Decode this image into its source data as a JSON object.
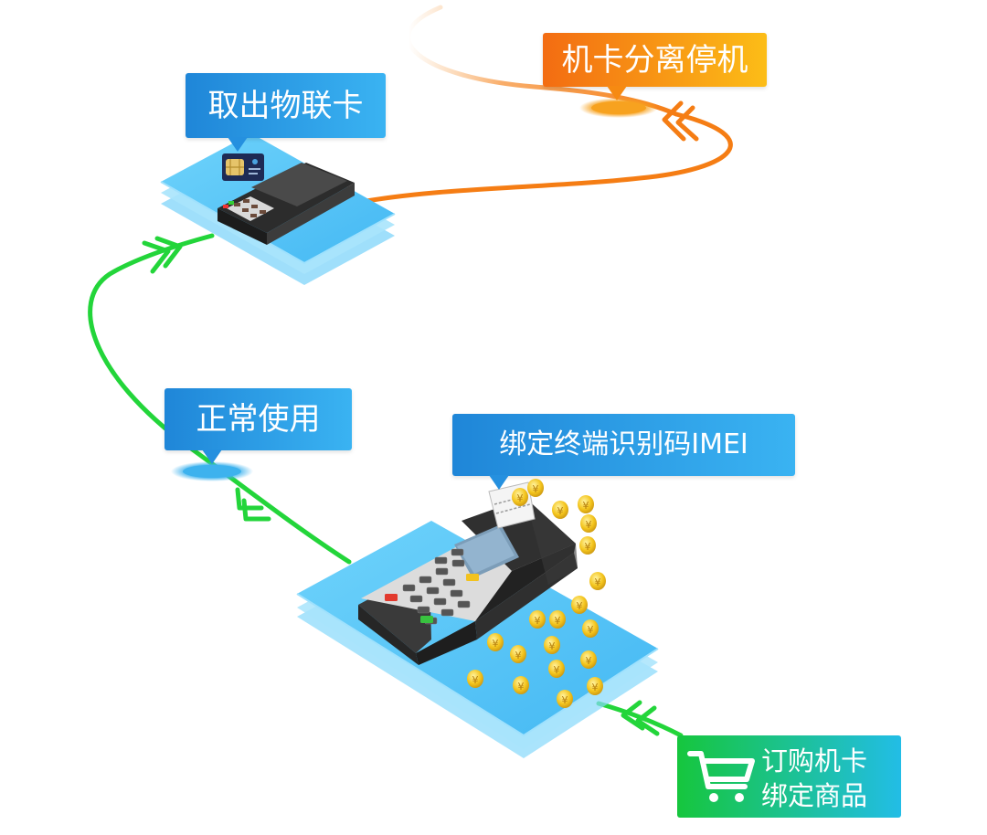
{
  "steps": {
    "take_card": "取出物联卡",
    "stop": "机卡分离停机",
    "normal_use": "正常使用",
    "bind_imei": "绑定终端识别码IMEI",
    "order_line1": "订购机卡",
    "order_line2": "绑定商品"
  },
  "icons": {
    "cart": "shopping-cart-icon",
    "coin": "yuan-coin-icon",
    "sim": "sim-card-icon",
    "terminal": "pos-terminal-icon"
  },
  "colors": {
    "green_flow": "#23d53a",
    "orange_flow": "#f57d14",
    "callout_blue": "#2a9fe6",
    "callout_orange": "#f6891a",
    "platform_blue": "#4fc2f7",
    "coin_gold": "#f3c21a"
  }
}
